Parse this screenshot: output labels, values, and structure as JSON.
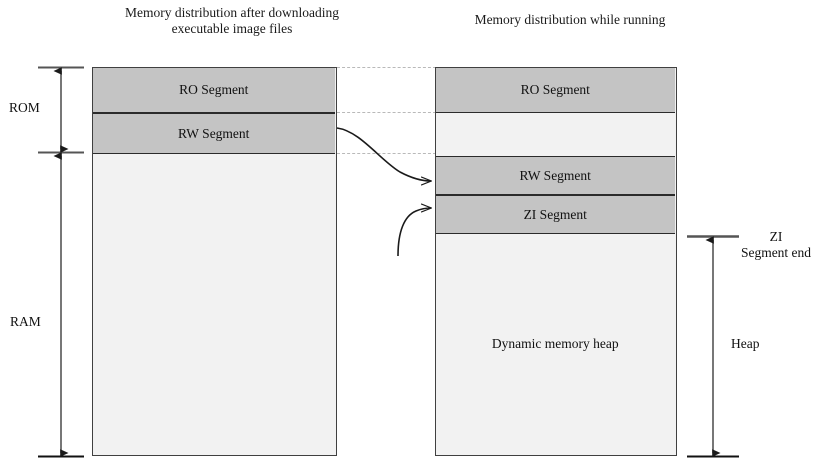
{
  "diagram": {
    "titles": {
      "left": "Memory distribution after downloading executable image files",
      "right": "Memory distribution while running"
    },
    "left_block": {
      "segments": [
        {
          "id": "ro",
          "label": "RO Segment",
          "filled": true
        },
        {
          "id": "rw",
          "label": "RW Segment",
          "filled": true
        },
        {
          "id": "free",
          "label": "",
          "filled": false
        }
      ]
    },
    "right_block": {
      "segments": [
        {
          "id": "ro",
          "label": "RO Segment",
          "filled": true
        },
        {
          "id": "gap",
          "label": "",
          "filled": false
        },
        {
          "id": "rw",
          "label": "RW Segment",
          "filled": true
        },
        {
          "id": "zi",
          "label": "ZI Segment",
          "filled": true
        },
        {
          "id": "heap",
          "label": "Dynamic memory heap",
          "filled": false
        }
      ]
    },
    "left_axis": {
      "rom_label": "ROM",
      "ram_label": "RAM"
    },
    "right_axis": {
      "zi_end_line1": "ZI",
      "zi_end_line2": "Segment end",
      "heap_label": "Heap"
    },
    "colors": {
      "segment_fill": "#c4c4c4",
      "free_fill": "#f2f2f2",
      "border": "#404040",
      "dotted_guide": "#b9b9b9",
      "arrow": "#1a1a1a",
      "dimension_arrow": "#555555"
    }
  }
}
